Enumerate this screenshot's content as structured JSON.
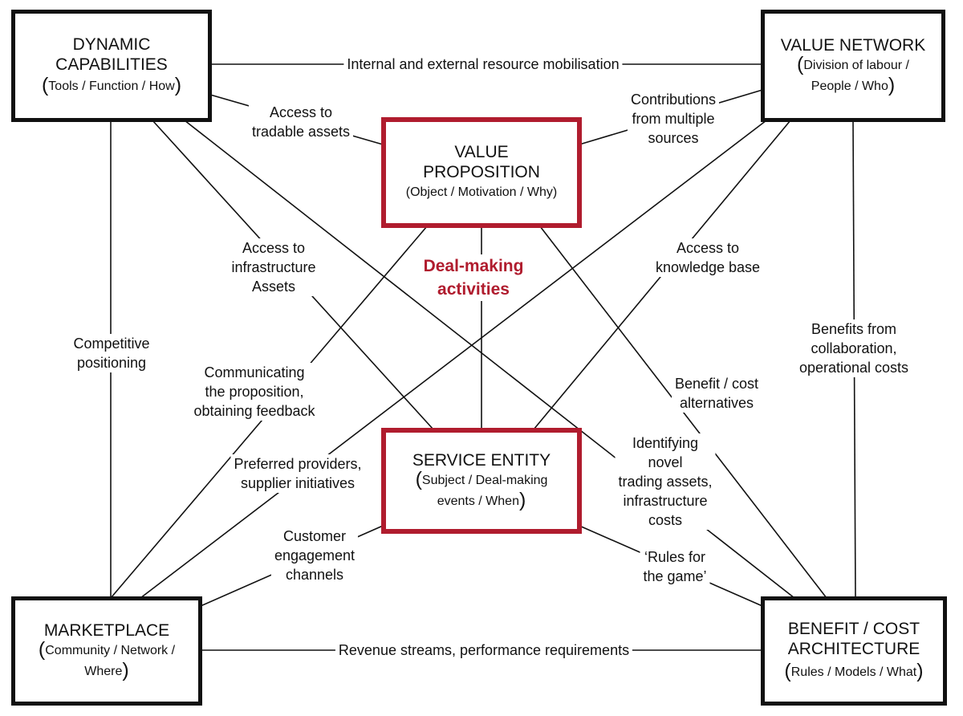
{
  "colors": {
    "accent": "#b01c2e",
    "line": "#111111",
    "background": "#ffffff"
  },
  "nodes": {
    "dynamic_capabilities": {
      "title": [
        "DYNAMIC",
        "CAPABILITIES"
      ],
      "open": "(",
      "sub": "Tools / Function / How",
      "close": ")"
    },
    "value_network": {
      "title": [
        "VALUE NETWORK"
      ],
      "open": "(",
      "sub1": "Division of labour /",
      "sub2": "People / Who",
      "close": ")"
    },
    "value_proposition": {
      "title": [
        "VALUE",
        "PROPOSITION"
      ],
      "sub": "(Object / Motivation / Why)"
    },
    "service_entity": {
      "title": [
        "SERVICE ENTITY"
      ],
      "open": "(",
      "sub1": "Subject / Deal-making",
      "sub2": "events / When",
      "close": ")"
    },
    "marketplace": {
      "title": [
        "MARKETPLACE"
      ],
      "open": "(",
      "sub1": "Community / Network /",
      "sub2": "Where",
      "close": ")"
    },
    "benefit_cost_architecture": {
      "title": [
        "BENEFIT / COST",
        "ARCHITECTURE"
      ],
      "open": "(",
      "sub": "Rules / Models / What",
      "close": ")"
    }
  },
  "labels": {
    "resource_mobilisation": [
      "Internal and external resource mobilisation"
    ],
    "revenue_streams": [
      "Revenue streams, performance requirements"
    ],
    "tradable_assets": [
      "Access to",
      "tradable assets"
    ],
    "contributions": [
      "Contributions",
      "from multiple",
      "sources"
    ],
    "infrastructure_assets": [
      "Access to",
      "infrastructure",
      "Assets"
    ],
    "knowledge_base": [
      "Access to",
      "knowledge base"
    ],
    "deal_making": [
      "Deal-making",
      "activities"
    ],
    "competitive_positioning": [
      "Competitive",
      "positioning"
    ],
    "benefits_collaboration": [
      "Benefits from",
      "collaboration,",
      "operational costs"
    ],
    "communicating": [
      "Communicating",
      "the proposition,",
      "obtaining feedback"
    ],
    "benefit_cost_alternatives": [
      "Benefit / cost",
      "alternatives"
    ],
    "preferred_providers": [
      "Preferred providers,",
      "supplier initiatives"
    ],
    "identifying_novel": [
      "Identifying",
      "novel",
      "trading assets,",
      "infrastructure",
      "costs"
    ],
    "customer_engagement": [
      "Customer",
      "engagement",
      "channels"
    ],
    "rules_for_game": [
      "‘Rules for",
      "the game’"
    ]
  }
}
